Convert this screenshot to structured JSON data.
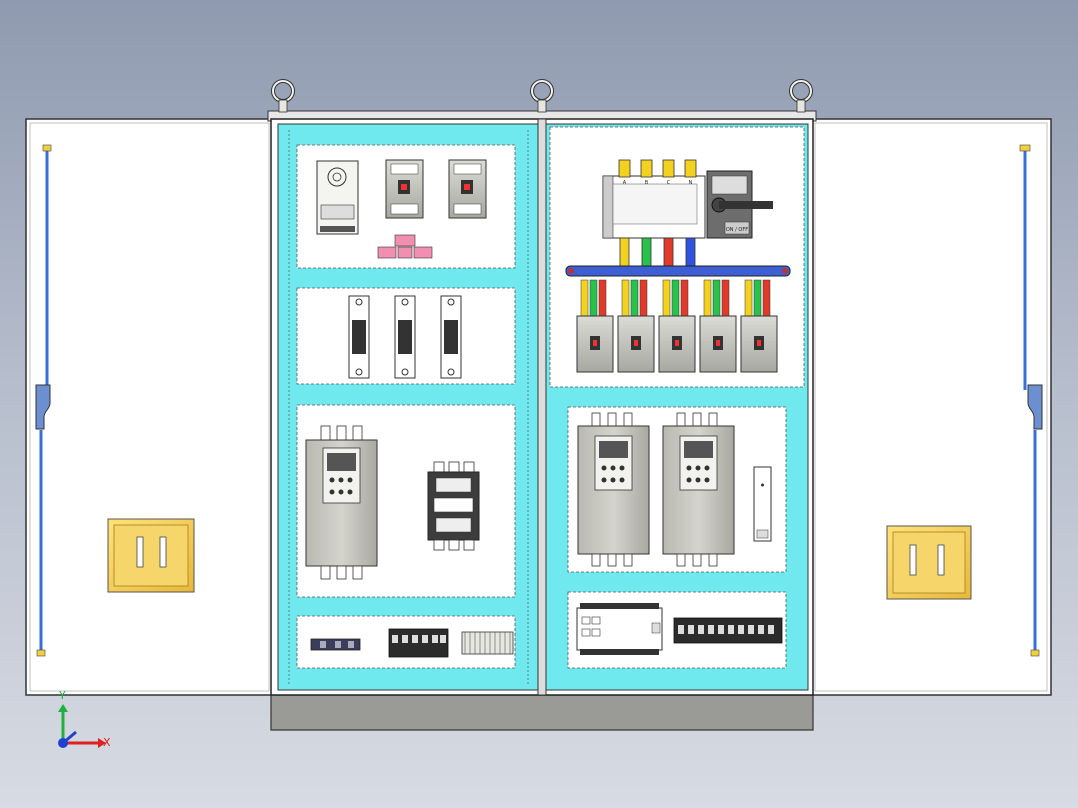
{
  "scene": {
    "type": "cad-3d-view",
    "subject": "dual-bay electrical control cabinet with doors open",
    "colors": {
      "background_top": "#8f9ab0",
      "background_bottom": "#d7dbe3",
      "frame_cyan": "#6fe8ee",
      "door_panel": "#ffffff",
      "hinge_rod": "#3a6fd8",
      "handle_yellow": "#f7d35a",
      "busbar_blue": "#3d5fd6",
      "drive_body": "#c9c9c2",
      "plinth": "#9a9a96",
      "label_pink": "#f08fb0",
      "phase_yellow": "#f2d21f",
      "phase_green": "#28c24a",
      "phase_red": "#e23a2a",
      "phase_blue": "#2f52e0"
    }
  },
  "busbar_labels": [
    "A",
    "B",
    "C",
    "N"
  ],
  "isolator_label": "ON / OFF",
  "axis_triad": {
    "x_label": "X",
    "y_label": "Y"
  }
}
